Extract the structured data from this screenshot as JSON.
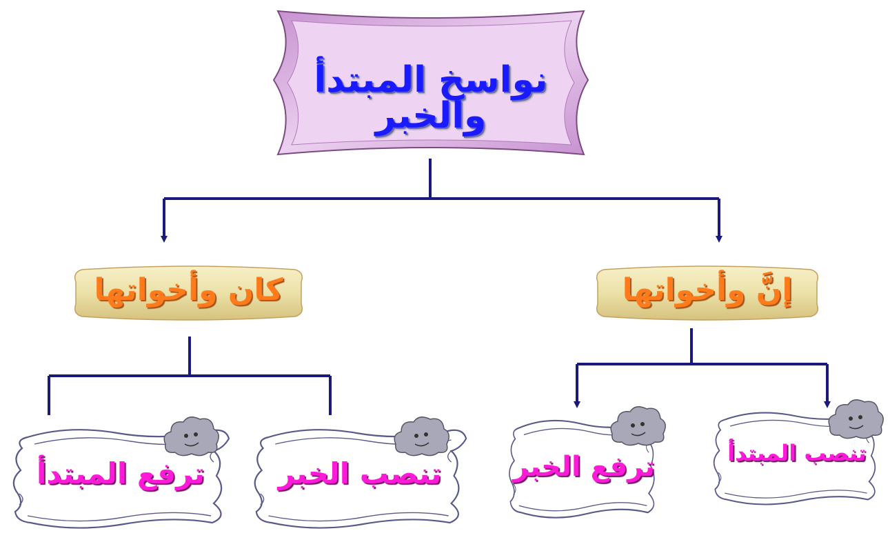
{
  "root": {
    "label": "نواسخ المبتدأ والخبر"
  },
  "branches": {
    "kana": {
      "label": "كان وأخواتها",
      "left_leaf": "ترفع المبتدأ",
      "right_leaf": "تنصب الخبر"
    },
    "inna": {
      "label": "إنَّ وأخواتها",
      "left_leaf": "ترفع الخبر",
      "right_leaf": "تنصب المبتدأ"
    }
  },
  "colors": {
    "connector": "#1a1a7a",
    "root_text": "#1a1aff",
    "branch_text": "#ff7a1a",
    "leaf_text": "#ff1ad9",
    "root_fill": "#e2b6e8",
    "branch_fill": "#efe6b0"
  }
}
